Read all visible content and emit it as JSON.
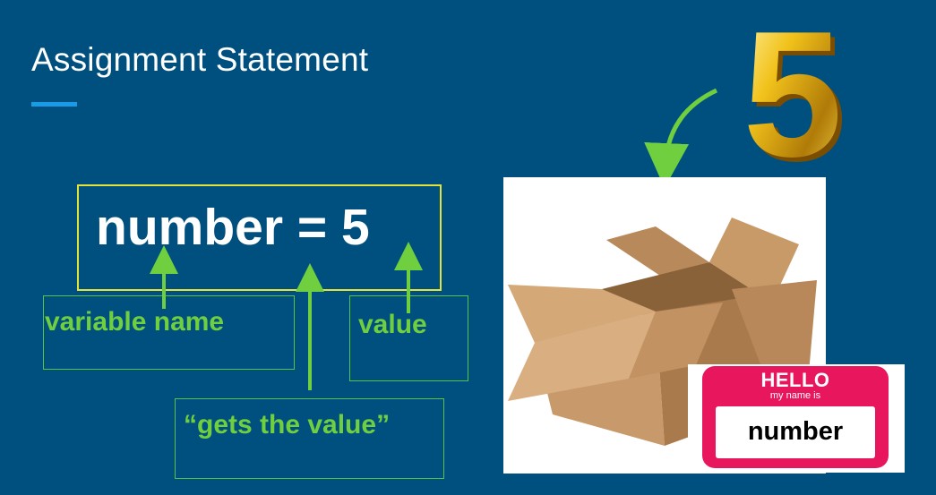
{
  "slide": {
    "title": "Assignment Statement",
    "code": "number = 5",
    "labels": {
      "variable_name": "variable name",
      "value": "value",
      "gets_the_value": "“gets the value”"
    },
    "nametag": {
      "hello": "HELLO",
      "subtitle": "my name is",
      "name": "number"
    },
    "big_number": "5"
  },
  "colors": {
    "background": "#00507f",
    "accent": "#1a9be8",
    "code_box_border": "#e6e23c",
    "label_green": "#6fcf3f",
    "nametag_pink": "#e8175d",
    "gold": "#f2c21b"
  },
  "icons": {
    "box": "cardboard-box-icon",
    "arrow": "curved-arrow-icon"
  }
}
